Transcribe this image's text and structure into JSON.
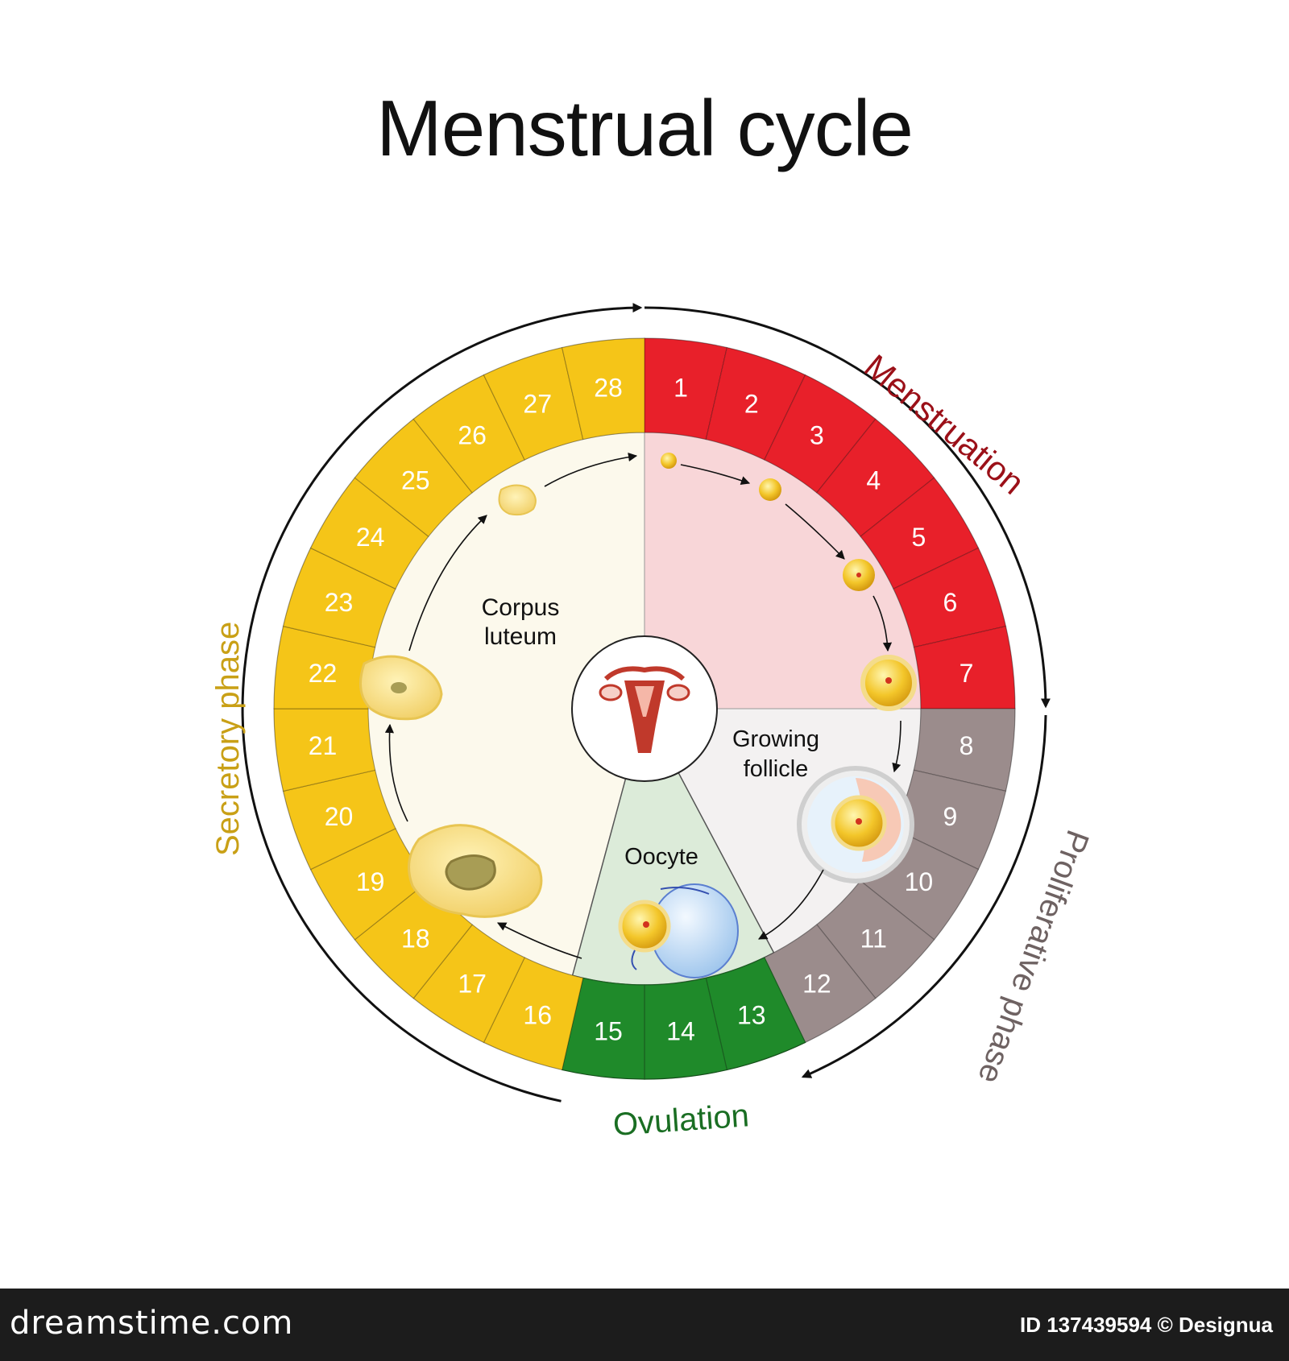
{
  "title": "Menstrual cycle",
  "phases": {
    "menstruation": "Menstruation",
    "proliferative": "Proliferative phase",
    "ovulation": "Ovulation",
    "secretory": "Secretory phase"
  },
  "days": [
    "1",
    "2",
    "3",
    "4",
    "5",
    "6",
    "7",
    "8",
    "9",
    "10",
    "11",
    "12",
    "13",
    "14",
    "15",
    "16",
    "17",
    "18",
    "19",
    "20",
    "21",
    "22",
    "23",
    "24",
    "25",
    "26",
    "27",
    "28"
  ],
  "labels": {
    "corpus_luteum_line1": "Corpus",
    "corpus_luteum_line2": "luteum",
    "growing_follicle_line1": "Growing",
    "growing_follicle_line2": "follicle",
    "oocyte": "Oocyte"
  },
  "colors": {
    "menstruation": "#e8202a",
    "menstruation_text": "#9b1018",
    "proliferative": "#9b8c8c",
    "proliferative_text": "#6e6262",
    "ovulation": "#1f8a2a",
    "ovulation_text": "#1a6e23",
    "secretory": "#f5c518",
    "secretory_text": "#c9a016"
  },
  "footer": {
    "brand": "dreamstime.com",
    "id_text": "ID 137439594 © Designua"
  }
}
